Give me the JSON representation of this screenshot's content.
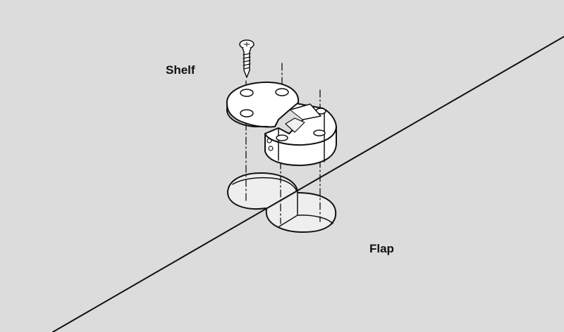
{
  "labels": {
    "shelf": "Shelf",
    "flap": "Flap"
  },
  "colors": {
    "background": "#dcdcdc",
    "line": "#111111",
    "part_fill": "#ffffff",
    "hole_fill": "#eeeeee"
  },
  "parts": [
    "screw",
    "round-plate",
    "cylinder-hinge",
    "shelf-bore-hole",
    "flap-bore-hole",
    "shelf-flap-edge"
  ]
}
